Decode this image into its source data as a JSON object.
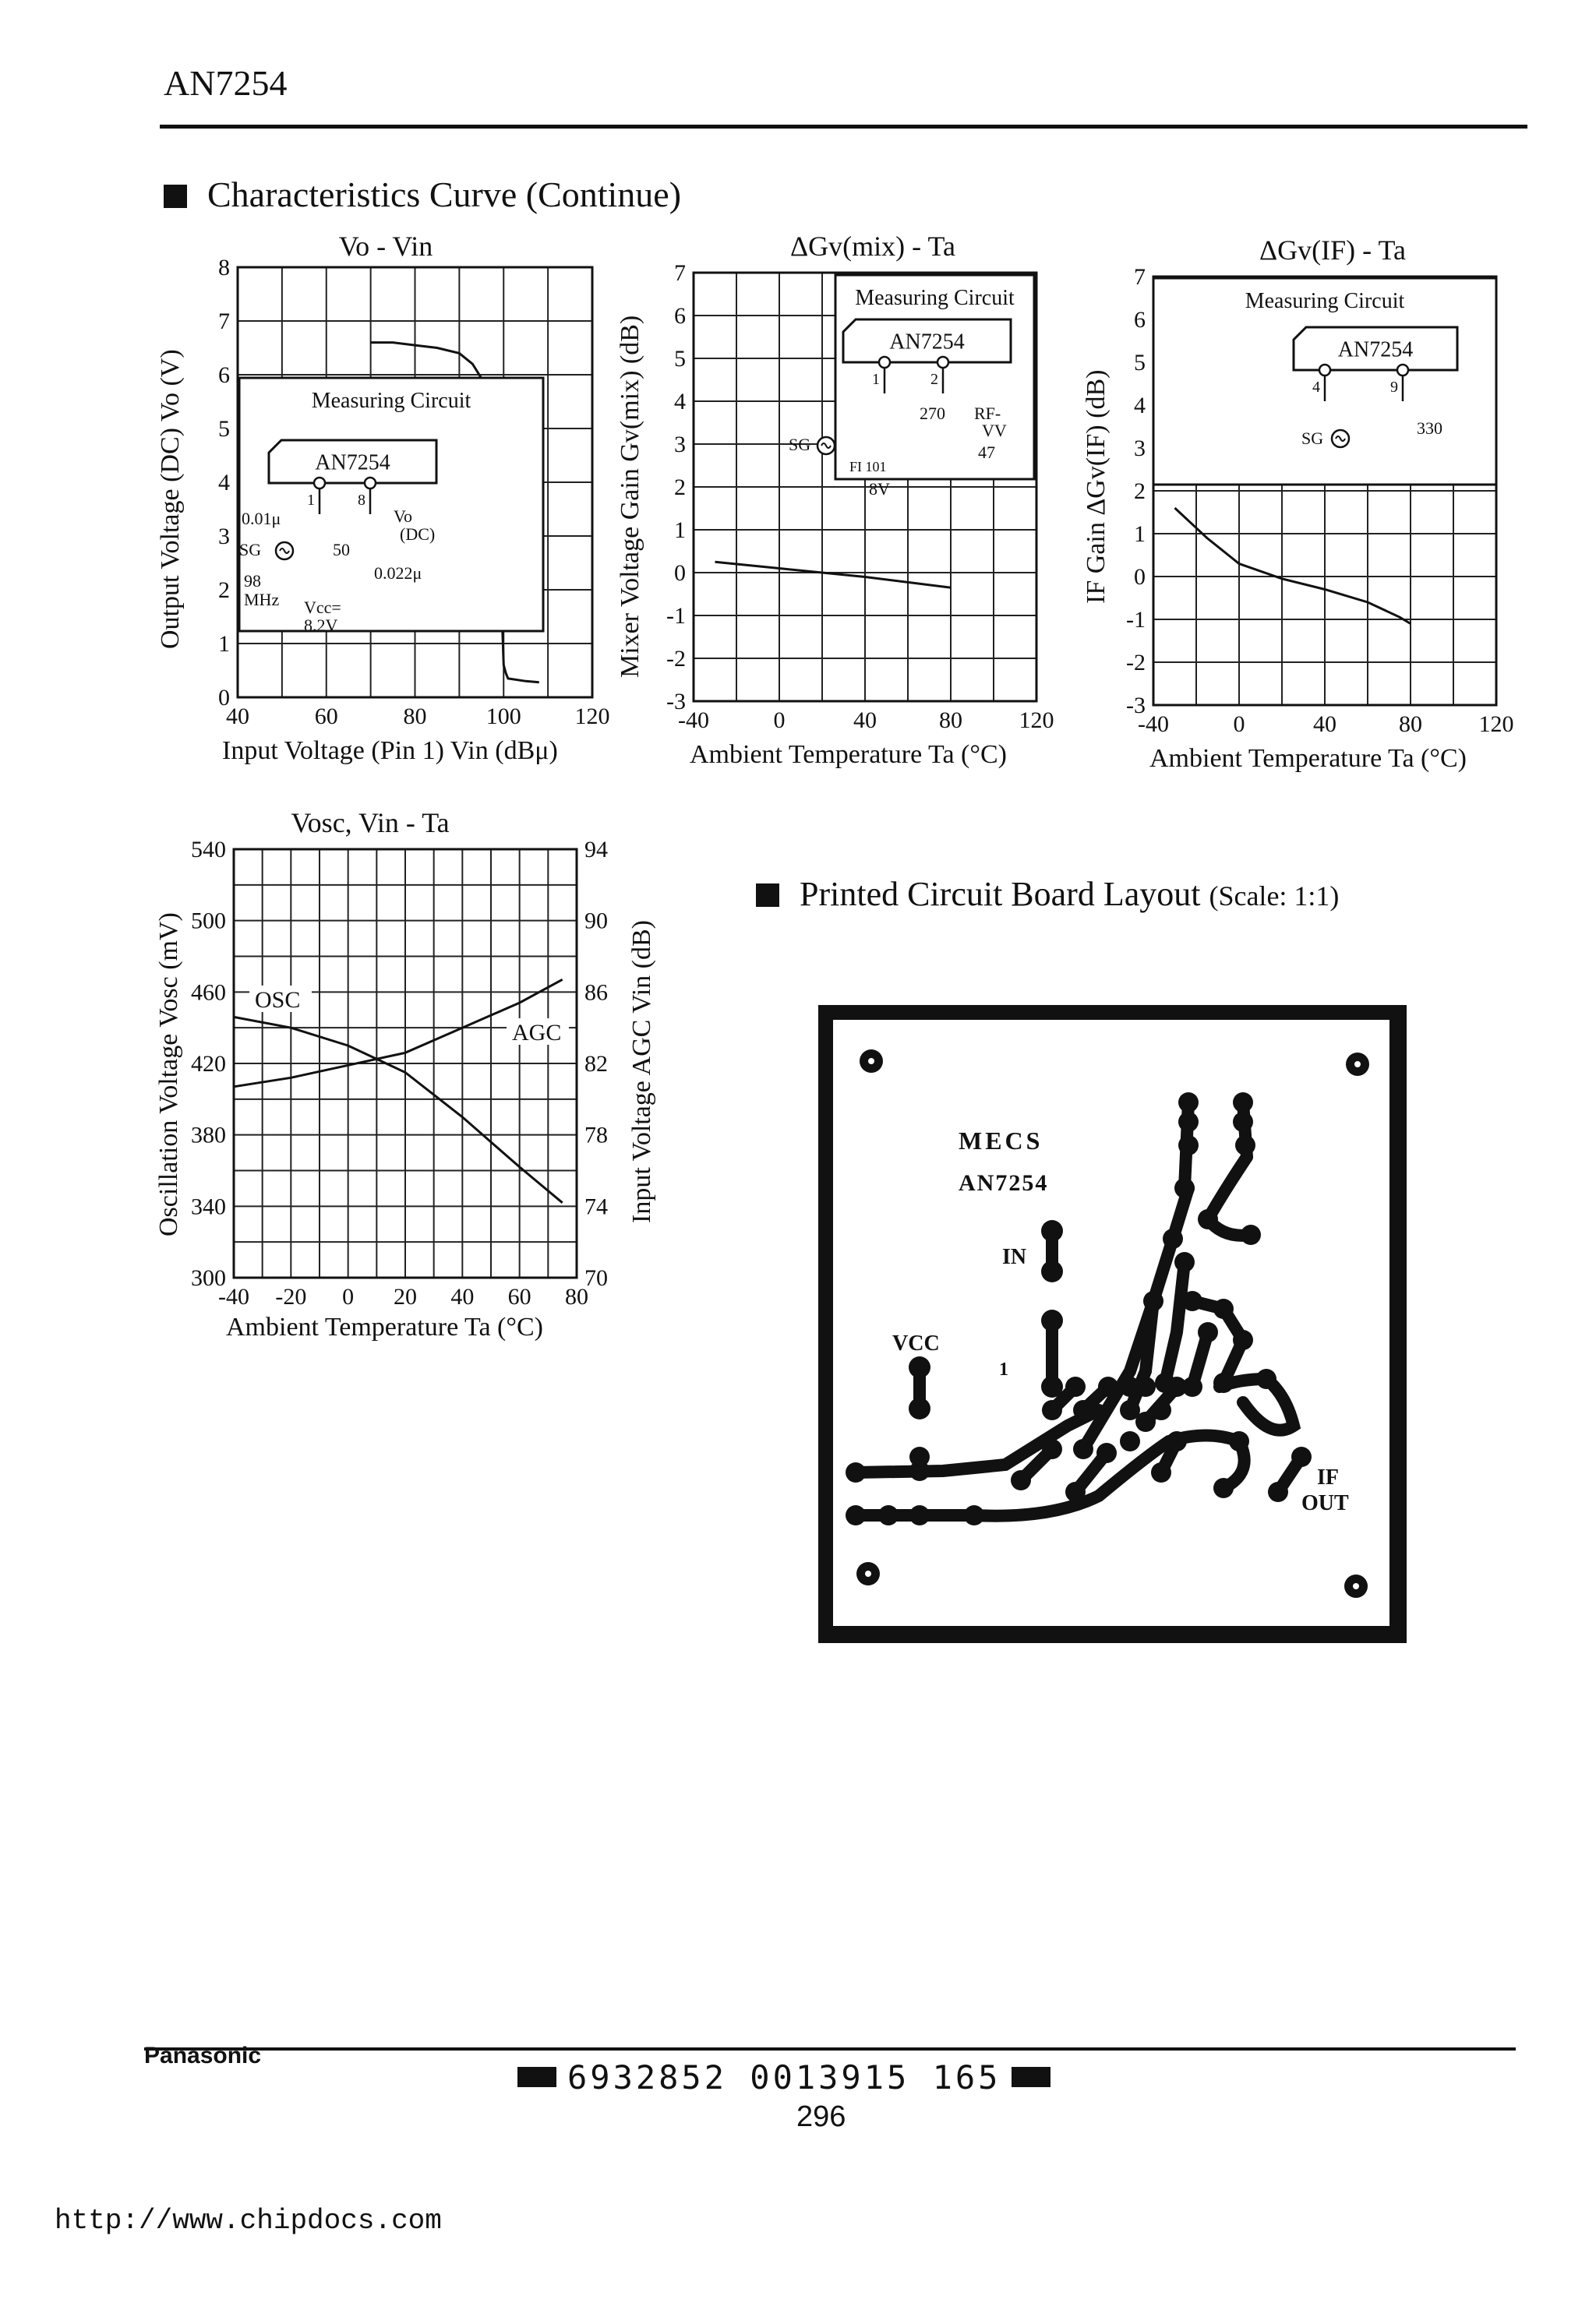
{
  "header": {
    "part_number": "AN7254"
  },
  "sections": {
    "curves": "Characteristics Curve (Continue)",
    "pcb": "Printed Circuit Board Layout",
    "pcb_scale": "(Scale: 1:1)"
  },
  "chart_data": [
    {
      "type": "line",
      "title": "Vo - Vin",
      "xlabel": "Input Voltage (Pin 1) Vin (dBμ)",
      "ylabel": "Output Voltage (DC) Vo (V)",
      "xlim": [
        40,
        120
      ],
      "ylim": [
        0,
        8
      ],
      "x_ticks": [
        "40",
        "60",
        "80",
        "100",
        "120"
      ],
      "y_ticks": [
        "0",
        "1",
        "2",
        "3",
        "4",
        "5",
        "6",
        "7",
        "8"
      ],
      "grid": true,
      "series": [
        {
          "x": [
            70,
            75,
            80,
            85,
            90,
            93,
            96,
            98,
            99,
            100,
            100.5,
            101,
            105,
            108
          ],
          "y": [
            6.6,
            6.6,
            6.55,
            6.5,
            6.4,
            6.2,
            5.8,
            5.3,
            3,
            0.6,
            0.45,
            0.35,
            0.3,
            0.28
          ]
        }
      ],
      "inset": {
        "title": "Measuring Circuit",
        "ic": "AN7254",
        "pins": [
          "1",
          "8"
        ],
        "labels": [
          "0.01μ",
          "SG",
          "50",
          "98",
          "MHz",
          "Vo",
          "(DC)",
          "0.022μ",
          "Vcc=",
          "8.2V"
        ]
      }
    },
    {
      "type": "line",
      "title": "ΔGv(mix) - Ta",
      "xlabel": "Ambient Temperature Ta (°C)",
      "ylabel": "Mixer Voltage Gain Gv(mix) (dB)",
      "xlim": [
        -40,
        120
      ],
      "ylim": [
        -3,
        7
      ],
      "x_ticks": [
        "-40",
        "0",
        "40",
        "80",
        "120"
      ],
      "y_ticks": [
        "-3",
        "-2",
        "-1",
        "0",
        "1",
        "2",
        "3",
        "4",
        "5",
        "6",
        "7"
      ],
      "grid": true,
      "series": [
        {
          "x": [
            -30,
            0,
            40,
            80
          ],
          "y": [
            0.25,
            0.1,
            -0.1,
            -0.35
          ]
        }
      ],
      "inset": {
        "title": "Measuring Circuit",
        "ic": "AN7254",
        "pins": [
          "1",
          "2"
        ],
        "labels": [
          "270",
          "RF-",
          "VV",
          "47",
          "SG",
          "FI 101",
          "8V"
        ]
      }
    },
    {
      "type": "line",
      "title": "ΔGv(IF) - Ta",
      "xlabel": "Ambient Temperature Ta (°C)",
      "ylabel": "IF Gain ΔGv(IF) (dB)",
      "xlim": [
        -40,
        120
      ],
      "ylim": [
        -3,
        7
      ],
      "x_ticks": [
        "-40",
        "0",
        "40",
        "80",
        "120"
      ],
      "y_ticks": [
        "-3",
        "-2",
        "-1",
        "0",
        "1",
        "2",
        "3",
        "4",
        "5",
        "6",
        "7"
      ],
      "grid": true,
      "series": [
        {
          "x": [
            -30,
            -15,
            0,
            20,
            40,
            60,
            75,
            80
          ],
          "y": [
            1.6,
            0.9,
            0.3,
            -0.05,
            -0.3,
            -0.6,
            -0.95,
            -1.1
          ]
        }
      ],
      "inset": {
        "title": "Measuring Circuit",
        "ic": "AN7254",
        "pins": [
          "4",
          "9"
        ],
        "labels": [
          "SG",
          "330"
        ]
      }
    },
    {
      "type": "line",
      "title": "Vosc, Vin - Ta",
      "xlabel": "Ambient Temperature Ta (°C)",
      "ylabel": "Oscillation Voltage Vosc (mV)",
      "y2label": "Input Voltage AGC Vin (dB)",
      "xlim": [
        -40,
        80
      ],
      "ylim": [
        300,
        540
      ],
      "y2lim": [
        70,
        94
      ],
      "x_ticks": [
        "-40",
        "-20",
        "0",
        "20",
        "40",
        "60",
        "80"
      ],
      "y_ticks": [
        "300",
        "340",
        "380",
        "420",
        "460",
        "500",
        "540"
      ],
      "y2_ticks": [
        "70",
        "74",
        "78",
        "82",
        "86",
        "90",
        "94"
      ],
      "grid": true,
      "series": [
        {
          "name": "OSC",
          "axis": "left",
          "x": [
            -40,
            -20,
            0,
            20,
            40,
            60,
            75
          ],
          "y": [
            446,
            440,
            430,
            415,
            390,
            362,
            342
          ]
        },
        {
          "name": "AGC",
          "axis": "right",
          "x": [
            -40,
            -20,
            0,
            20,
            40,
            60,
            75
          ],
          "y": [
            80.7,
            81.2,
            81.9,
            82.6,
            84,
            85.4,
            86.7
          ]
        }
      ]
    }
  ],
  "pcb": {
    "labels": [
      "MECS",
      "AN7254",
      "IN",
      "VCC",
      "1",
      "IF",
      "OUT"
    ]
  },
  "footer": {
    "brand": "Panasonic",
    "barcode": "6932852 0013915 165",
    "page": "296",
    "url": "http://www.chipdocs.com"
  }
}
